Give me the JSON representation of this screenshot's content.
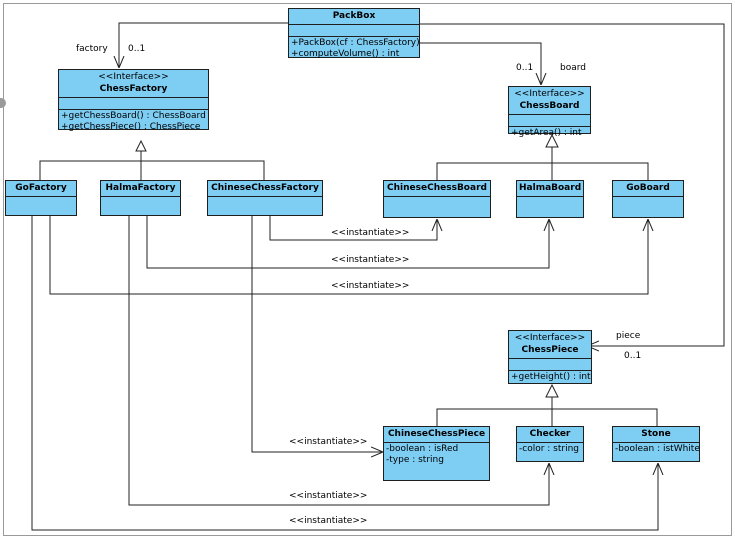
{
  "classes": {
    "packbox": {
      "name": "PackBox",
      "ops": [
        "+PackBox(cf : ChessFactory)",
        "+computeVolume() : int"
      ]
    },
    "chessfactory": {
      "stereotype": "<<Interface>>",
      "name": "ChessFactory",
      "ops": [
        "+getChessBoard() : ChessBoard",
        "+getChessPiece() : ChessPiece"
      ]
    },
    "chessboard": {
      "stereotype": "<<Interface>>",
      "name": "ChessBoard",
      "ops": [
        "+getArea() : int"
      ]
    },
    "chesspiece": {
      "stereotype": "<<Interface>>",
      "name": "ChessPiece",
      "ops": [
        "+getHeight() : int"
      ]
    },
    "gofactory": {
      "name": "GoFactory"
    },
    "halmafactory": {
      "name": "HalmaFactory"
    },
    "chinesechessfactory": {
      "name": "ChineseChessFactory"
    },
    "chinesechessboard": {
      "name": "ChineseChessBoard"
    },
    "halmaboard": {
      "name": "HalmaBoard"
    },
    "goboard": {
      "name": "GoBoard"
    },
    "chinesechesspiece": {
      "name": "ChineseChessPiece",
      "attrs": [
        "-boolean : isRed",
        "-type : string"
      ]
    },
    "checker": {
      "name": "Checker",
      "attrs": [
        "-color : string"
      ]
    },
    "stone": {
      "name": "Stone",
      "attrs": [
        "-boolean : istWhite"
      ]
    }
  },
  "labels": {
    "factory_role": "factory",
    "factory_mult": "0..1",
    "board_mult": "0..1",
    "board_role": "board",
    "piece_role": "piece",
    "piece_mult": "0..1",
    "instantiate": "<<instantiate>>"
  }
}
